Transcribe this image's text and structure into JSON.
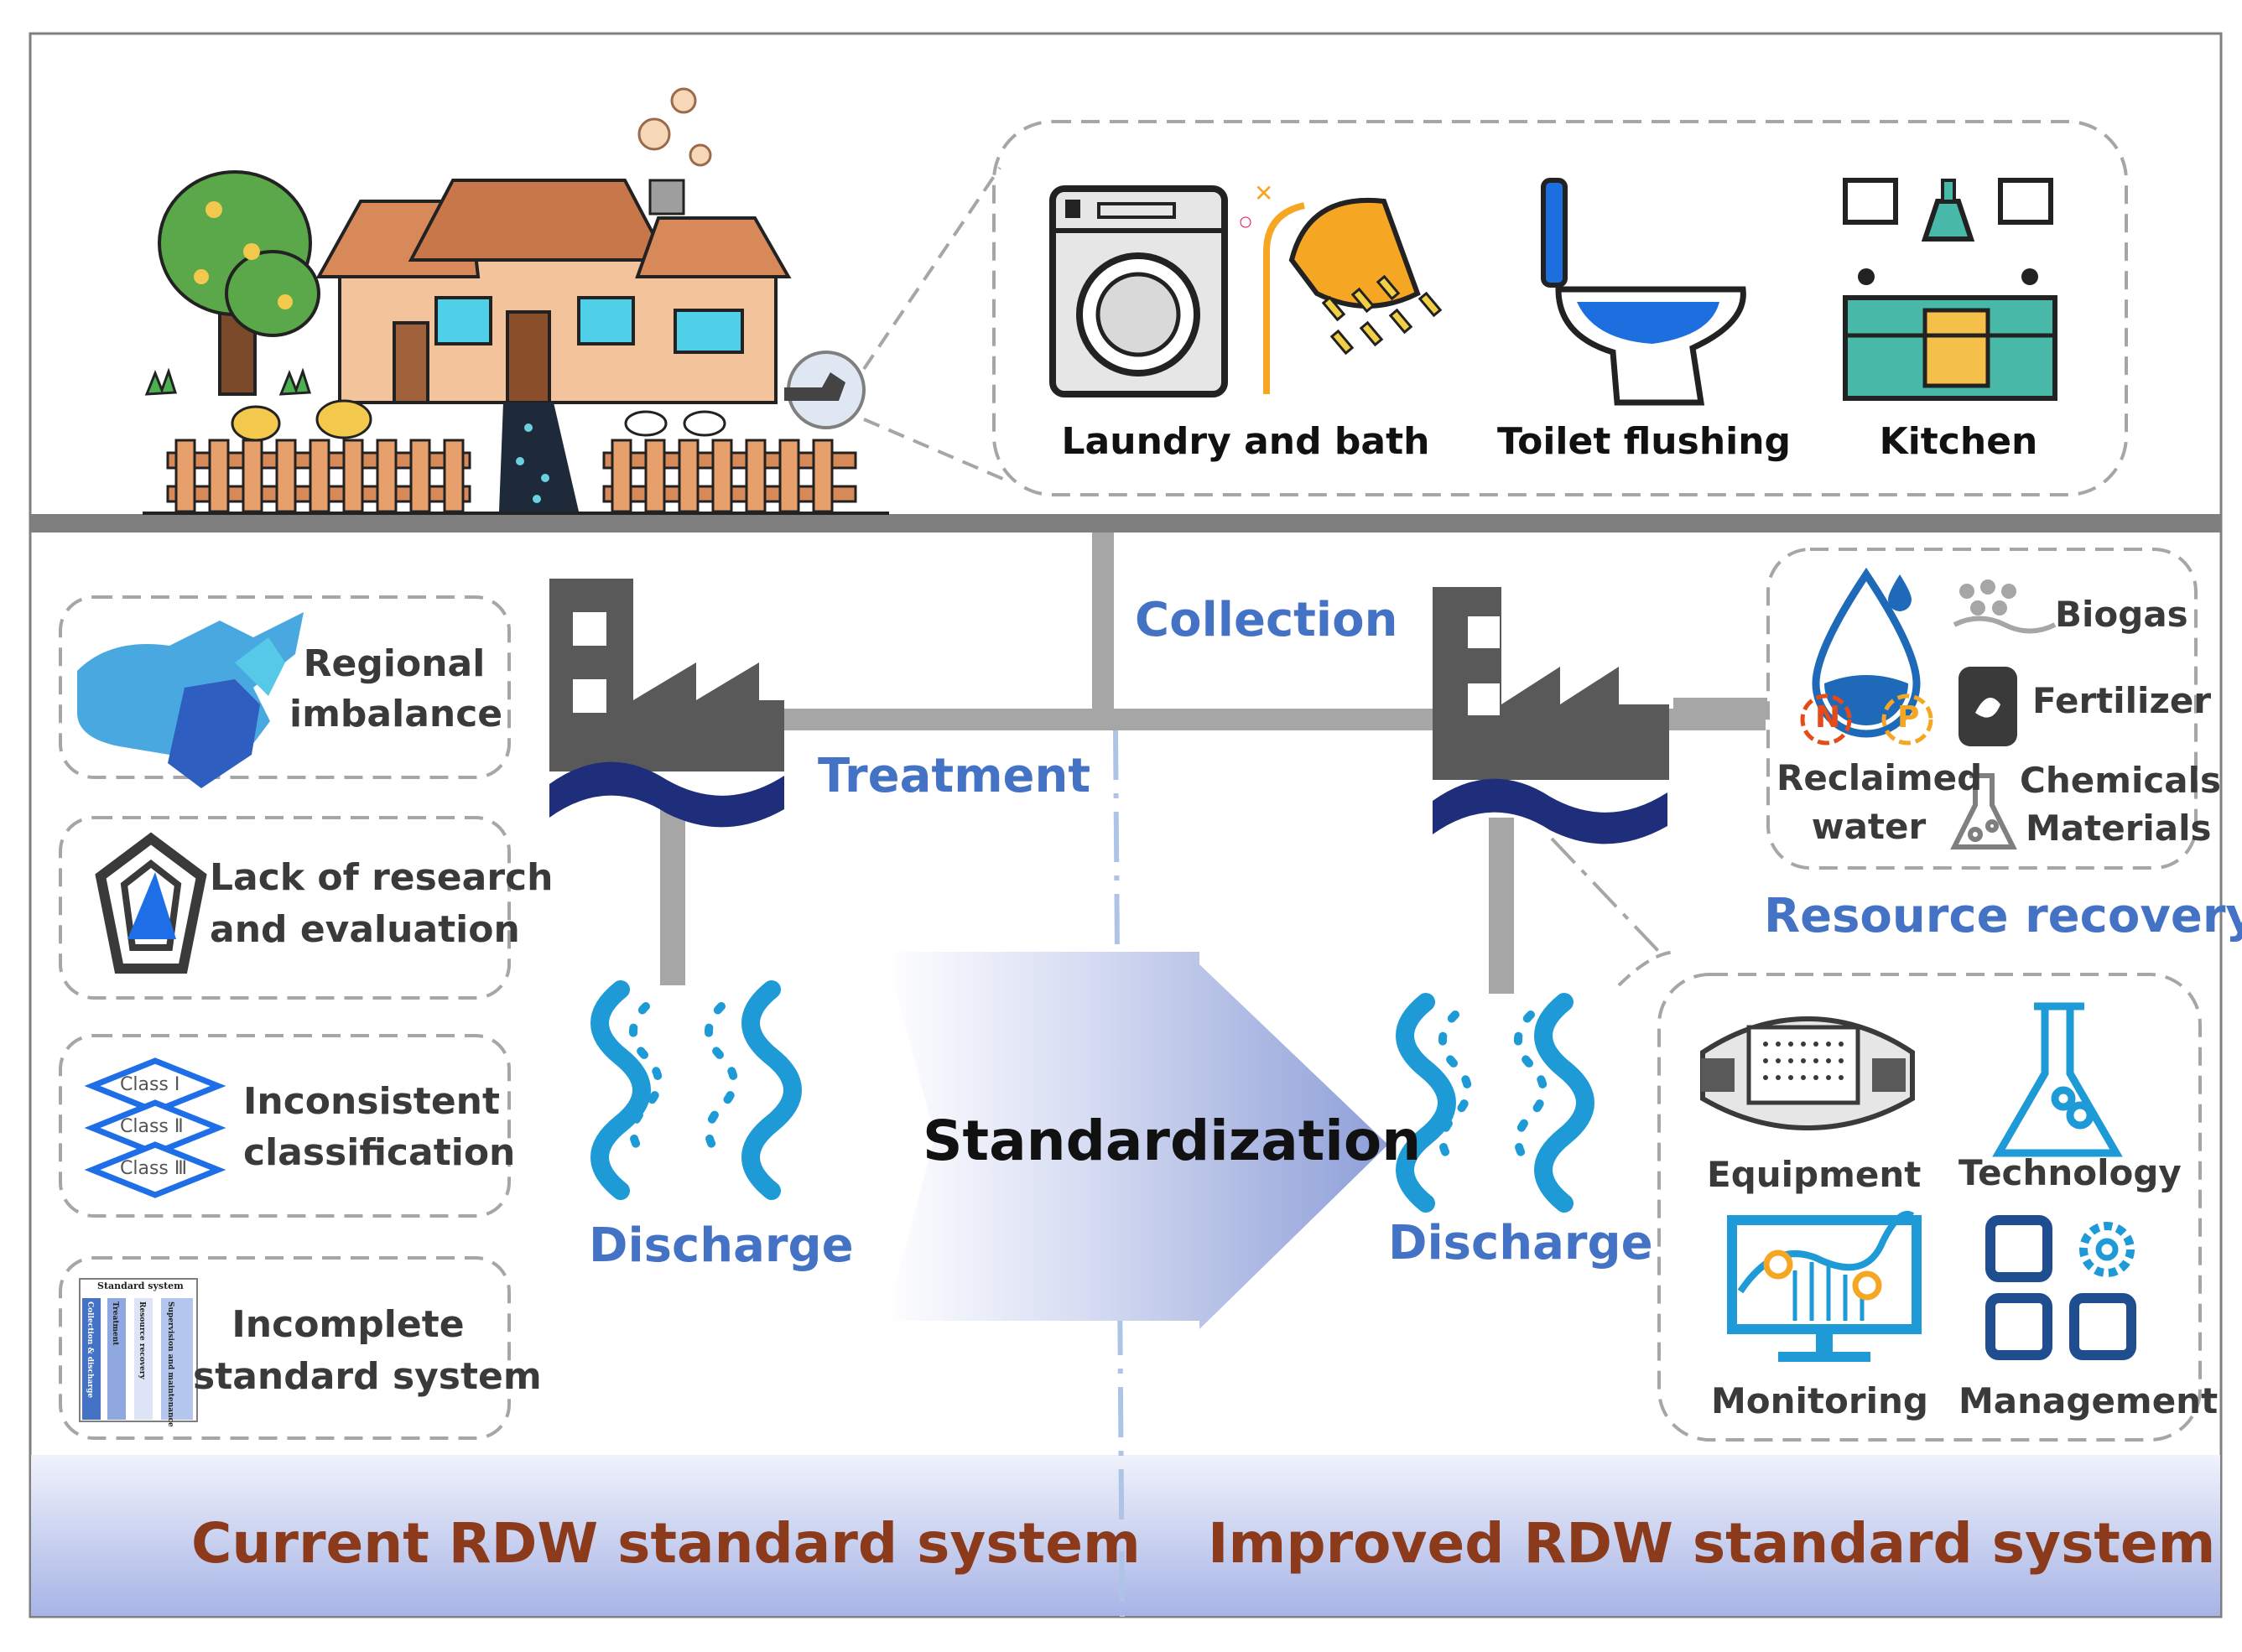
{
  "top_scene": {
    "uses": [
      {
        "label": "Laundry  and bath",
        "icon": "washing-machine-shower-icon"
      },
      {
        "label": "Toilet flushing",
        "icon": "toilet-icon"
      },
      {
        "label": "Kitchen",
        "icon": "kitchen-icon"
      }
    ]
  },
  "flow": {
    "collection": "Collection",
    "treatment": "Treatment",
    "discharge_left": "Discharge",
    "discharge_right": "Discharge",
    "standardization": "Standardization",
    "resource_recovery": "Resource recovery"
  },
  "problems": [
    {
      "line1": "Regional",
      "line2": "imbalance",
      "icon": "china-map-icon"
    },
    {
      "line1": "Lack of research",
      "line2": "and evaluation",
      "icon": "pentagon-radar-icon"
    },
    {
      "line1": "Inconsistent",
      "line2": "classification",
      "icon": "stacked-class-layers-icon"
    },
    {
      "line1": "Incomplete",
      "line2": "standard system",
      "icon": "standard-system-chart-icon"
    }
  ],
  "class_labels": [
    "Class Ⅰ",
    "Class Ⅱ",
    "Class Ⅲ"
  ],
  "standard_chart": {
    "title": "Standard system",
    "columns": [
      "Collection & discharge",
      "Treatment",
      "Resource recovery",
      "Supervision and maintenance"
    ]
  },
  "resources": {
    "biogas": "Biogas",
    "fertilizer": "Fertilizer",
    "reclaimed_line1": "Reclaimed",
    "reclaimed_line2": "water",
    "chemicals": "Chemicals",
    "materials": "Materials",
    "n": "N",
    "p": "P"
  },
  "improvements": [
    {
      "label": "Equipment",
      "icon": "equipment-icon"
    },
    {
      "label": "Technology",
      "icon": "flask-icon"
    },
    {
      "label": "Monitoring",
      "icon": "monitor-chart-icon"
    },
    {
      "label": "Management",
      "icon": "management-grid-gear-icon"
    }
  ],
  "footer": {
    "left": "Current RDW standard system",
    "right": "Improved RDW standard system"
  },
  "colors": {
    "blue_text": "#4472c4",
    "brown_text": "#8b3a1c",
    "pipe_gray": "#a6a6a6",
    "factory_gray": "#595959",
    "water_blue": "#1e9ad6",
    "wave_navy": "#1f2e7a"
  }
}
